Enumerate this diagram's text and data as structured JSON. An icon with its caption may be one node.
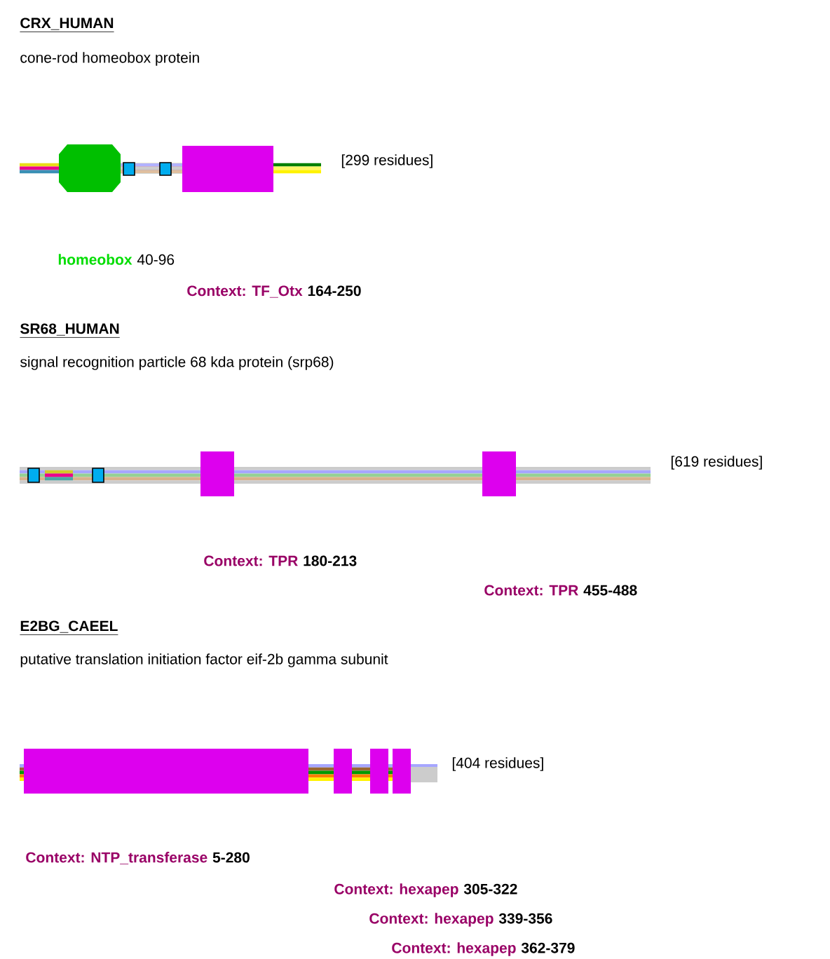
{
  "diagram": {
    "labels": [
      "CRX_HUMAN",
      "cone-rod homeobox protein",
      "[299 residues]",
      "homeobox",
      "40-96",
      "Context: TF_Otx",
      "164-250",
      "SR68_HUMAN",
      "signal recognition particle 68 kda protein (srp68)",
      "[619 residues]",
      "Context: TPR",
      "180-213",
      "Context: TPR",
      "455-488",
      "E2BG_CAEEL",
      "putative translation initiation factor eif-2b gamma subunit",
      "[404 residues]",
      "Context: NTP_transferase",
      "5-280",
      "Context: hexapep",
      "305-322",
      "Context: hexapep",
      "339-356",
      "Context: hexapep",
      "362-379"
    ]
  }
}
